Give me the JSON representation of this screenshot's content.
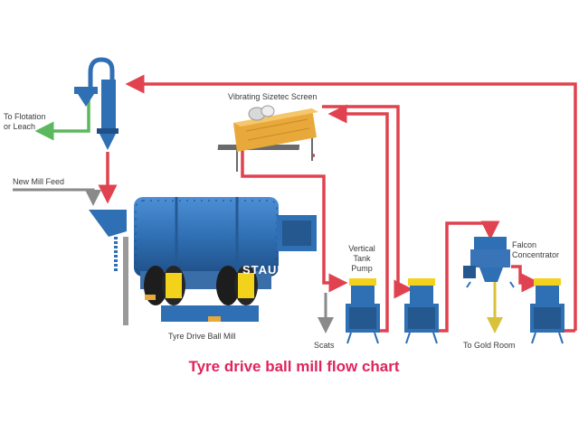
{
  "colors": {
    "flow_red": "#e0424f",
    "flow_green": "#5cb85c",
    "flow_gray": "#8a8a8a",
    "equipment_blue": "#2f6fb3",
    "screen_yellow": "#e8a93a",
    "motor_yellow": "#f2d21b",
    "caption_red": "#e0245e"
  },
  "labels": {
    "flotation": "To Flotation\nor Leach",
    "new_feed": "New Mill Feed",
    "screen": "Vibrating Sizetec Screen",
    "pump": "Vertical\nTank\nPump",
    "falcon": "Falcon\nConcentrator",
    "mill": "Tyre Drive Ball Mill",
    "scats": "Scats",
    "gold": "To Gold Room"
  },
  "watermark": "STAURK",
  "caption": "Tyre drive ball mill flow chart",
  "icons": {
    "cyclone": "hydrocyclone-icon",
    "screen": "vibrating-screen-icon",
    "mill": "ball-mill-icon",
    "pump": "tank-pump-icon",
    "falcon": "falcon-concentrator-icon"
  }
}
